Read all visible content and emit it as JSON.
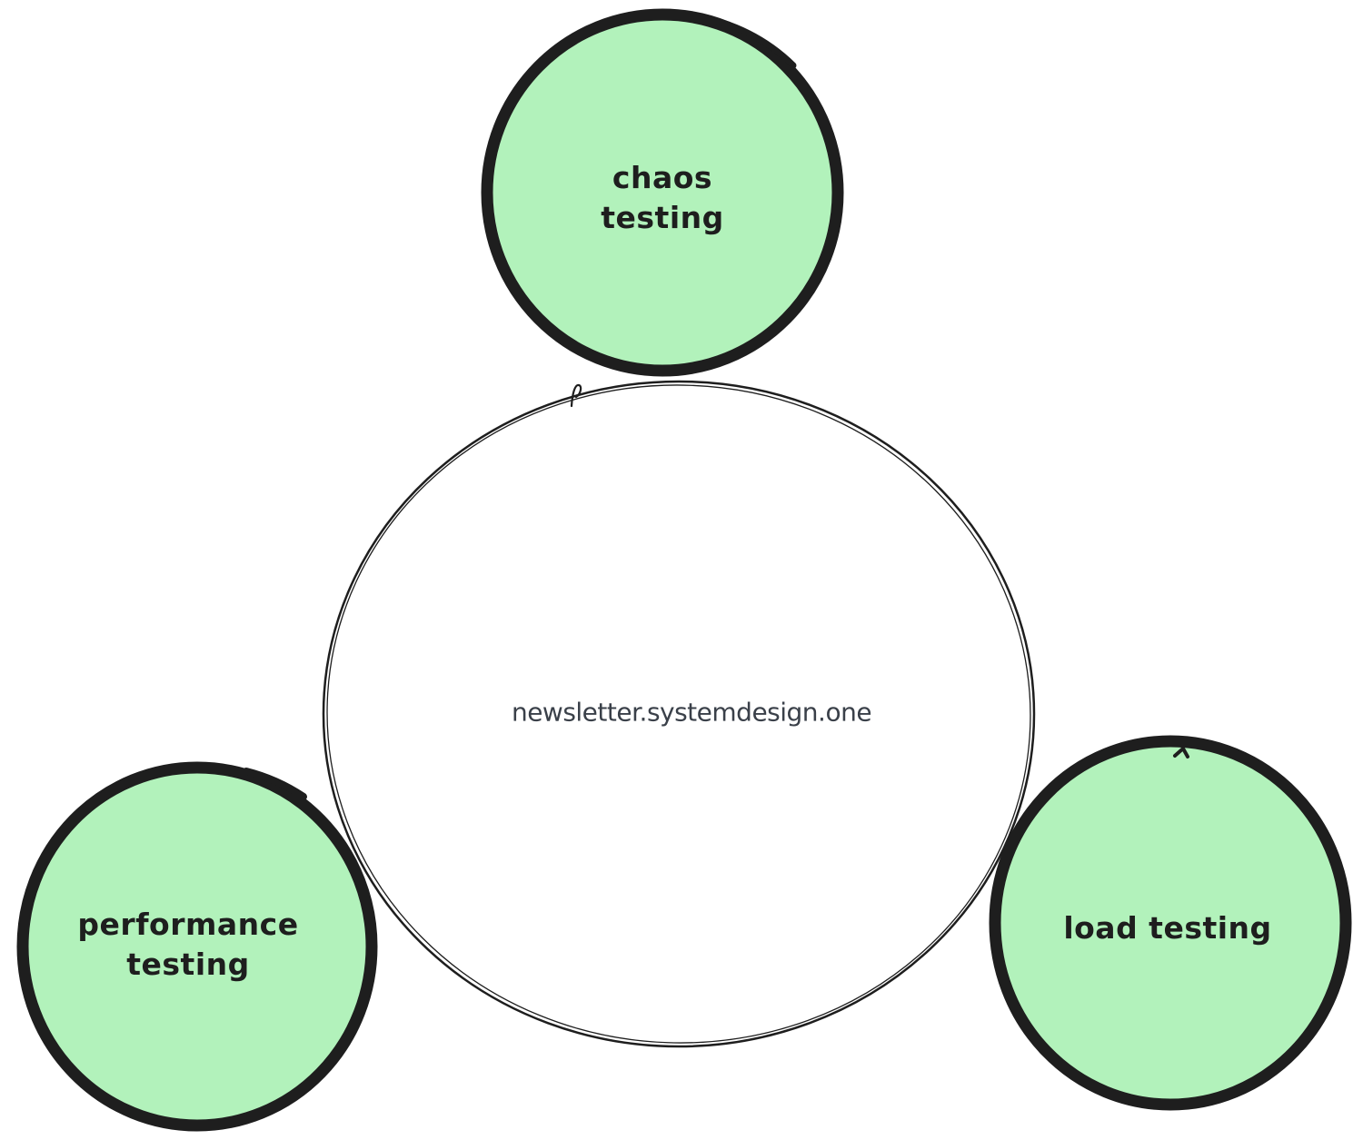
{
  "diagram": {
    "center": {
      "label": "newsletter.systemdesign.one"
    },
    "satellites": [
      {
        "name": "chaos testing",
        "lines": [
          "chaos",
          "testing"
        ]
      },
      {
        "name": "performance testing",
        "lines": [
          "performance",
          "testing"
        ]
      },
      {
        "name": "load testing",
        "lines": [
          "load testing"
        ]
      }
    ],
    "colors": {
      "satellite_fill": "#b2f2bb",
      "stroke": "#1e1e1e",
      "center_text": "#3a4049",
      "background": "#ffffff"
    }
  }
}
